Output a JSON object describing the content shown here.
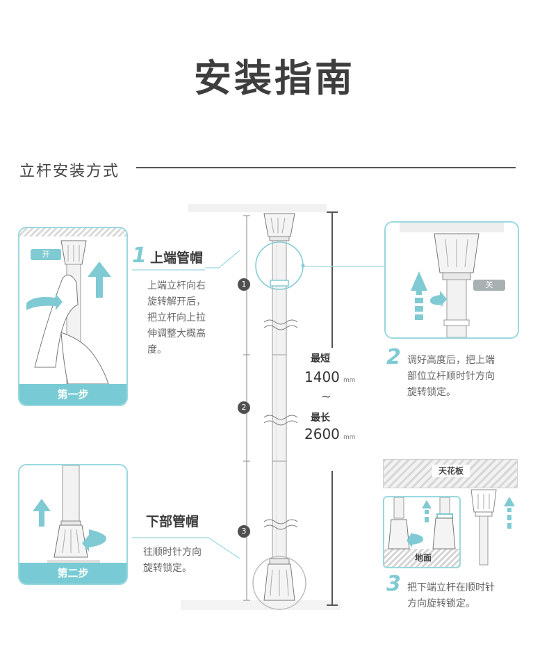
{
  "page_title": "安装指南",
  "section_title": "立杆安装方式",
  "step_top": {
    "number": "1",
    "title": "上端管帽",
    "description_lines": [
      "上端立杆向右",
      "旋转解开后，",
      "把立杆向上拉",
      "伸调整大概高",
      "度。"
    ]
  },
  "step_bottom": {
    "title": "下部管帽",
    "description_lines": [
      "往顺时针方向",
      "旋转锁定。"
    ]
  },
  "step2": {
    "number": "2",
    "description_lines": [
      "调好高度后，把上端",
      "部位立杆顺时针方向",
      "旋转锁定。"
    ]
  },
  "step3": {
    "number": "3",
    "description_lines": [
      "把下端立杆在顺时针",
      "方向旋转锁定。"
    ]
  },
  "panel_left_top": {
    "tag": "开",
    "caption": "第一步"
  },
  "panel_left_bottom": {
    "caption": "第二步"
  },
  "panel_right_top": {
    "tag": "关"
  },
  "panel_right_bottom": {
    "ceiling_label": "天花板",
    "floor_label": "地面"
  },
  "measurement": {
    "min_label": "最短",
    "min_value": "1400",
    "max_label": "最长",
    "max_value": "2600",
    "unit": "mm",
    "tilde": "~"
  },
  "segments": [
    "1",
    "2",
    "3"
  ],
  "colors": {
    "accent": "#7fcad3",
    "panel_border": "#9ad8df",
    "caption_bg": "#78cbd4"
  }
}
